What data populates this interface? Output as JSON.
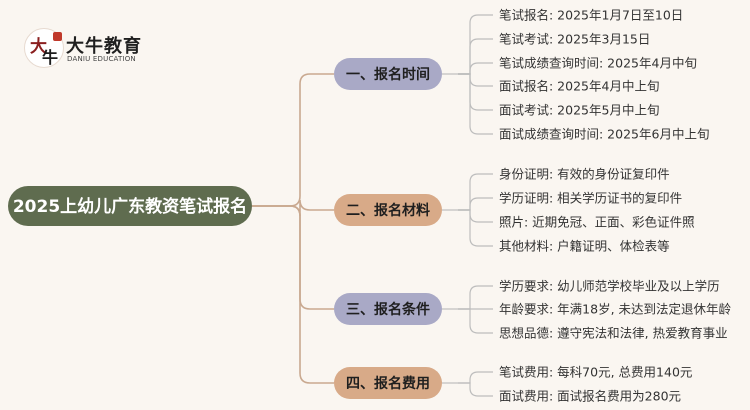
{
  "logo": {
    "glyph_top": "大",
    "glyph_bottom": "牛",
    "name": "大牛教育",
    "sub": "DANIU EDUCATION"
  },
  "colors": {
    "background": "#faf6f1",
    "root_fill": "#5f6c4f",
    "root_text": "#ffffff",
    "branch_fills": [
      "#a9a9c6",
      "#d8aa88",
      "#a9a9c6",
      "#d8aa88"
    ],
    "branch_text": "#1f1f1f",
    "leaf_text": "#333333",
    "root_connector": "#c9a990",
    "leaf_connector": "#bdbdbd"
  },
  "root": {
    "label": "2025上幼儿广东教资笔试报名"
  },
  "branches": [
    {
      "label": "一、报名时间",
      "leaves": [
        "笔试报名: 2025年1月7日至10日",
        "笔试考试: 2025年3月15日",
        "笔试成绩查询时间: 2025年4月中旬",
        "面试报名: 2025年4月中上旬",
        "面试考试: 2025年5月中上旬",
        "面试成绩查询时间: 2025年6月中上旬"
      ]
    },
    {
      "label": "二、报名材料",
      "leaves": [
        "身份证明: 有效的身份证复印件",
        "学历证明: 相关学历证书的复印件",
        "照片: 近期免冠、正面、彩色证件照",
        "其他材料: 户籍证明、体检表等"
      ]
    },
    {
      "label": "三、报名条件",
      "leaves": [
        "学历要求: 幼儿师范学校毕业及以上学历",
        "年龄要求: 年满18岁, 未达到法定退休年龄",
        "思想品德: 遵守宪法和法律, 热爱教育事业"
      ]
    },
    {
      "label": "四、报名费用",
      "leaves": [
        "笔试费用: 每科70元, 总费用140元",
        "面试费用: 面试报名费用为280元"
      ]
    }
  ]
}
